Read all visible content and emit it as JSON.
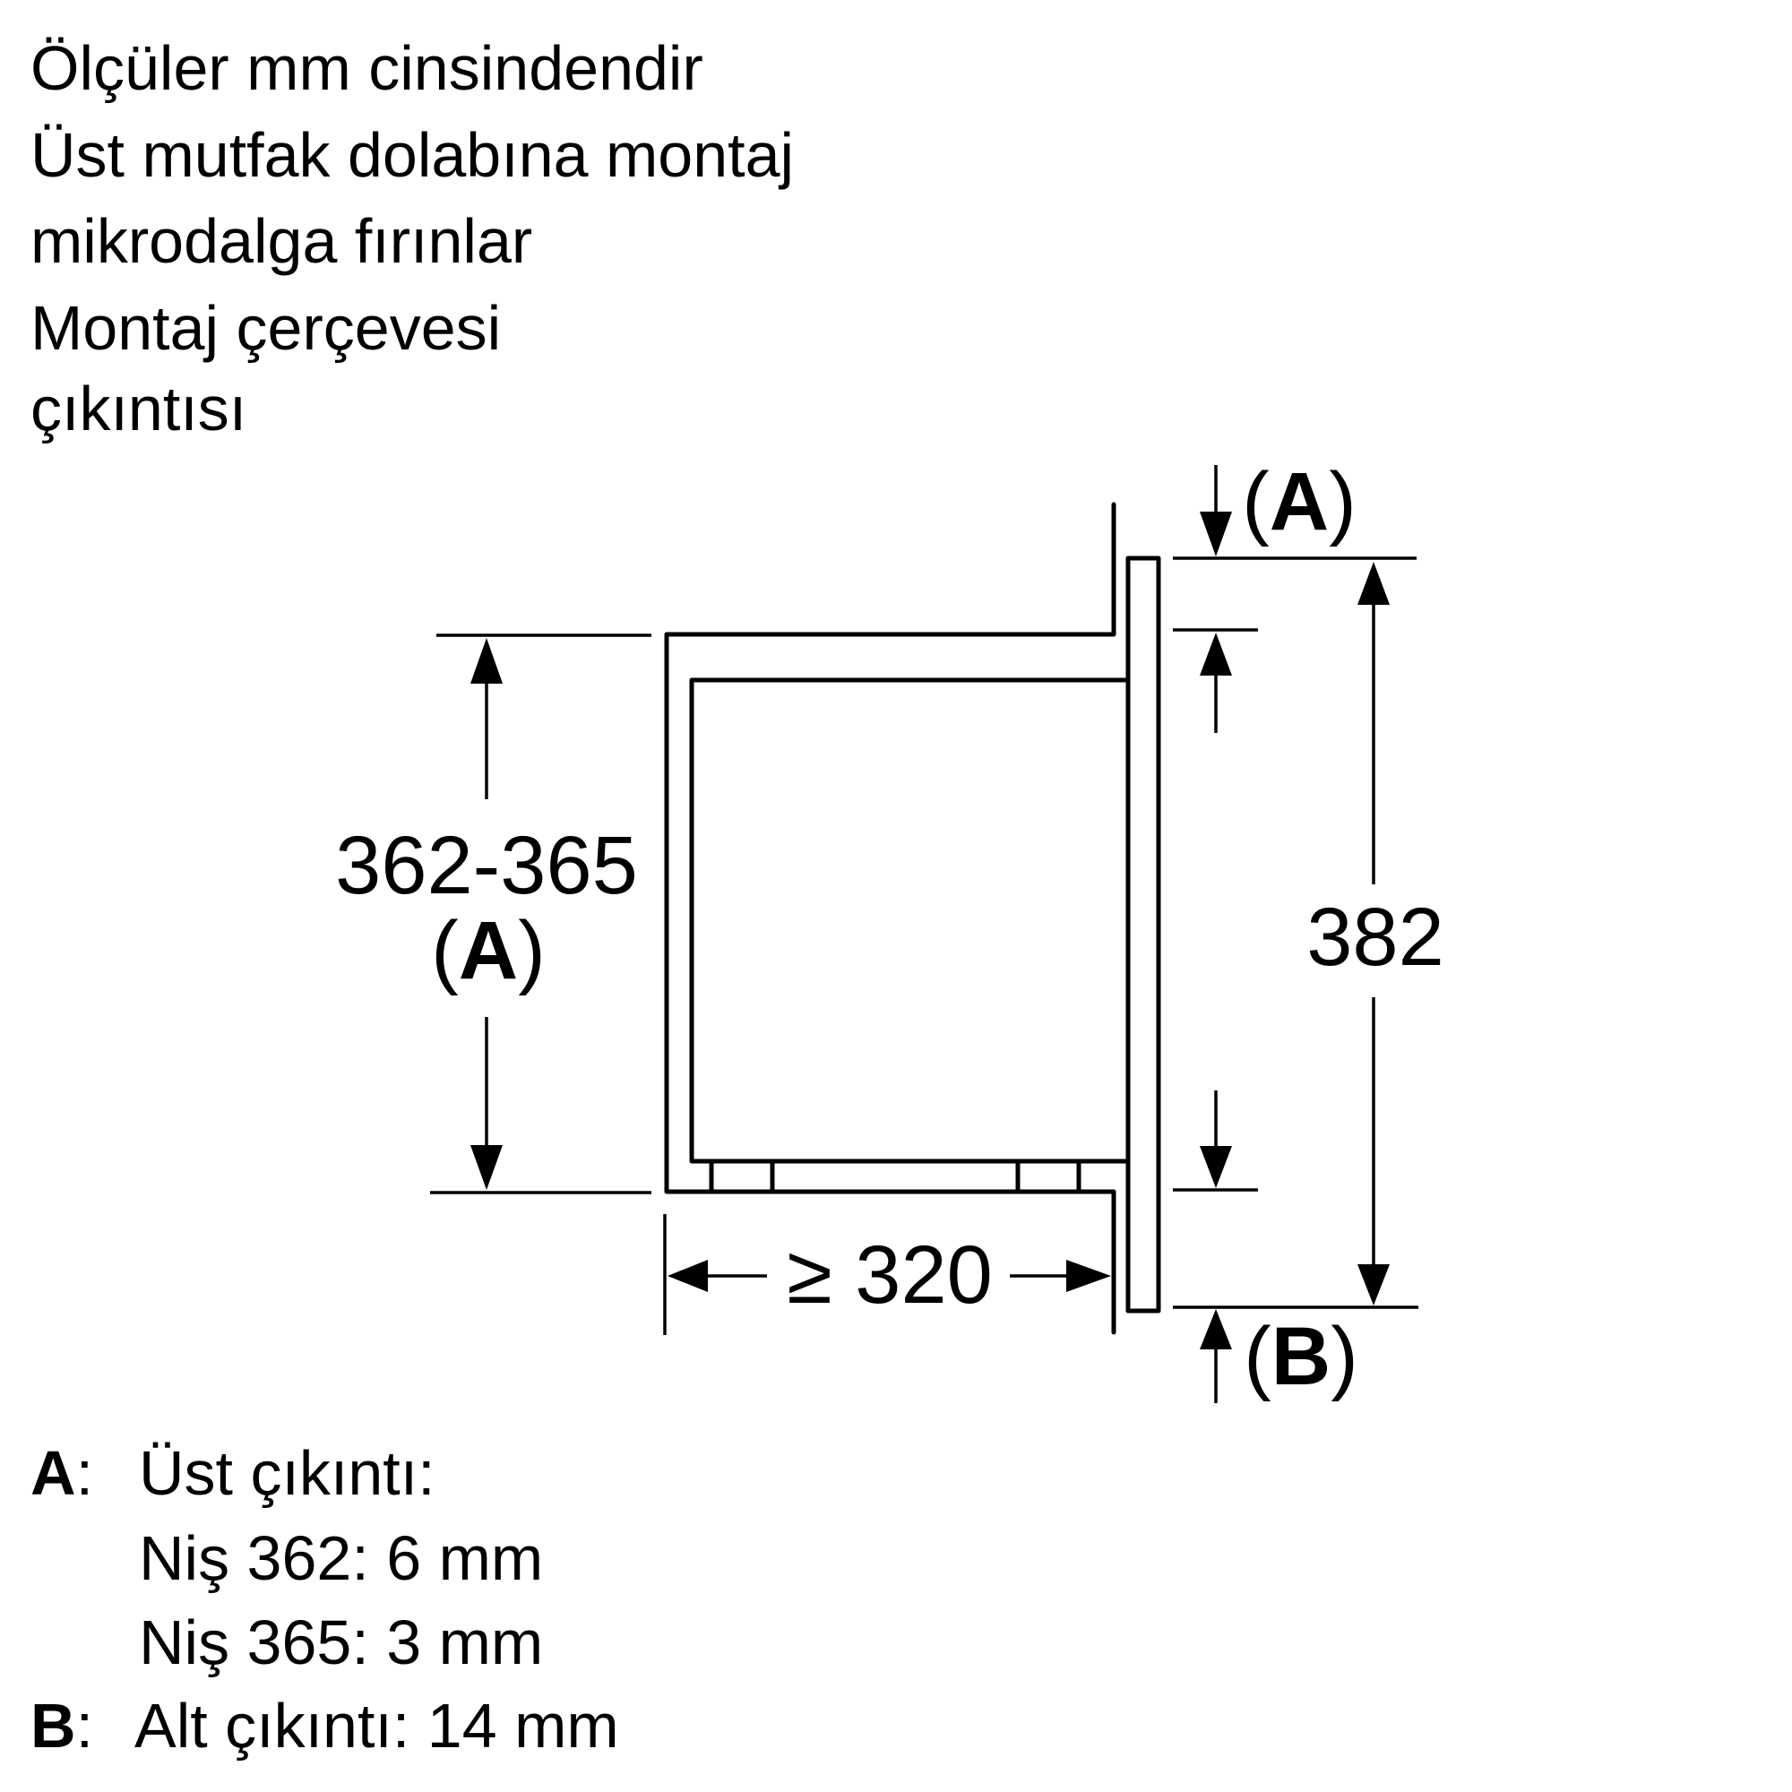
{
  "header": {
    "lines": [
      "Ölçüler mm cinsindendir",
      "Üst mutfak dolabına montaj",
      "mikrodalga fırınlar",
      "Montaj çerçevesi",
      "çıkıntısı"
    ]
  },
  "diagram": {
    "niche_height": {
      "value": "362-365",
      "ref_open": "(",
      "ref_letter": "A",
      "ref_close": ")"
    },
    "niche_depth": {
      "symbol": "≥",
      "value": "320"
    },
    "frame_height": {
      "value": "382"
    },
    "top_overhang": {
      "ref_open": "(",
      "ref_letter": "A",
      "ref_close": ")"
    },
    "bottom_overhang": {
      "ref_open": "(",
      "ref_letter": "B",
      "ref_close": ")"
    },
    "colors": {
      "line": "#000000",
      "background": "#ffffff"
    }
  },
  "legend": {
    "a": {
      "key": "A",
      "sep": ":",
      "label": "Üst çıkıntı:",
      "items": [
        "Niş 362: 6 mm",
        "Niş 365: 3 mm"
      ]
    },
    "b": {
      "key": "B",
      "sep": ":",
      "label": "Alt çıkıntı: 14 mm"
    }
  }
}
